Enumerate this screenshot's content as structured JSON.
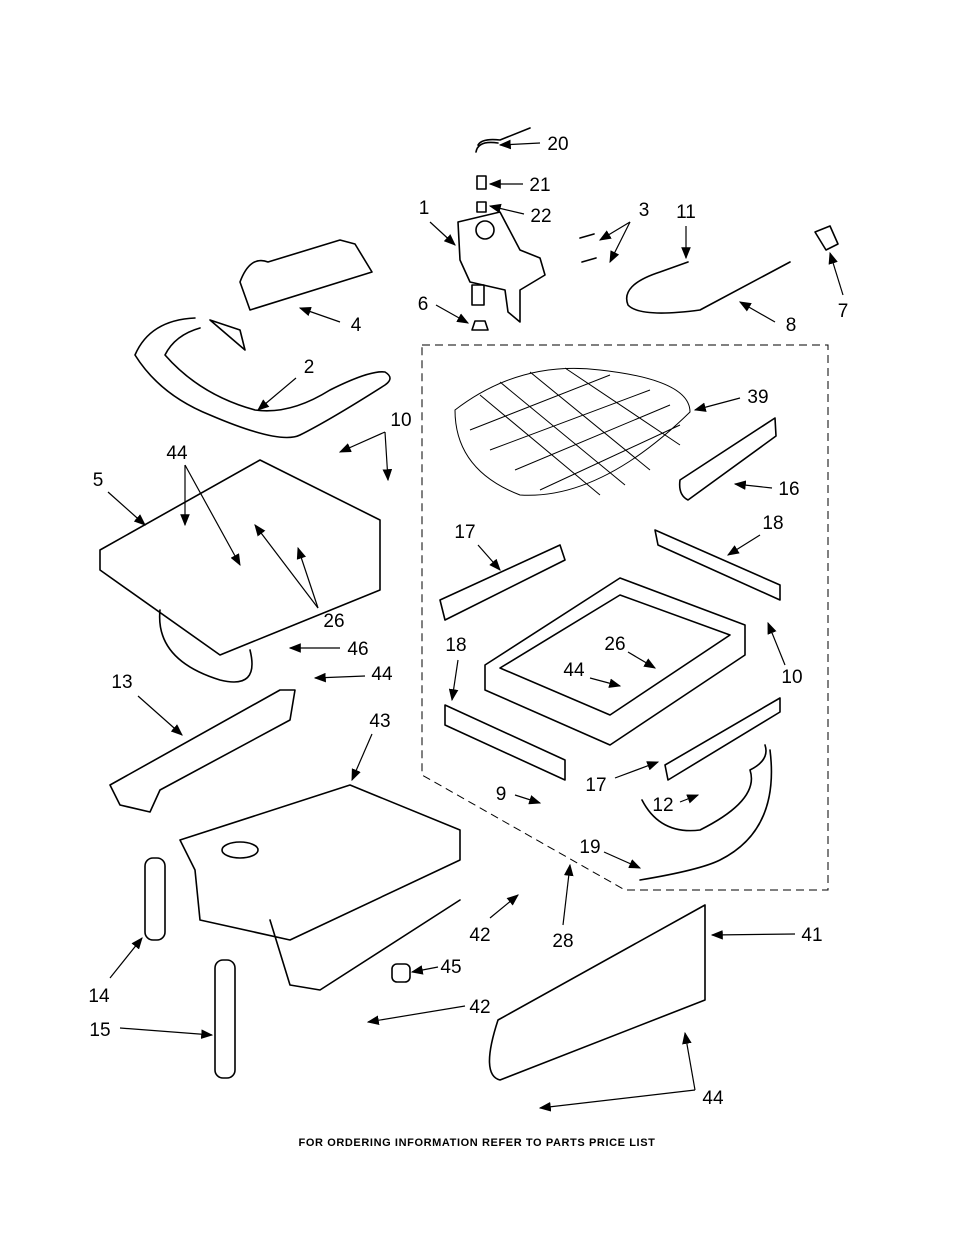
{
  "diagram": {
    "labels": [
      "20",
      "21",
      "22",
      "1",
      "3",
      "11",
      "6",
      "4",
      "8",
      "7",
      "2",
      "39",
      "10",
      "44",
      "5",
      "16",
      "17",
      "18",
      "26",
      "46",
      "44",
      "26",
      "18",
      "44",
      "10",
      "13",
      "43",
      "9",
      "17",
      "12",
      "19",
      "42",
      "28",
      "41",
      "14",
      "45",
      "42",
      "15",
      "44"
    ]
  },
  "footer": "FOR ORDERING INFORMATION REFER TO PARTS PRICE LIST"
}
